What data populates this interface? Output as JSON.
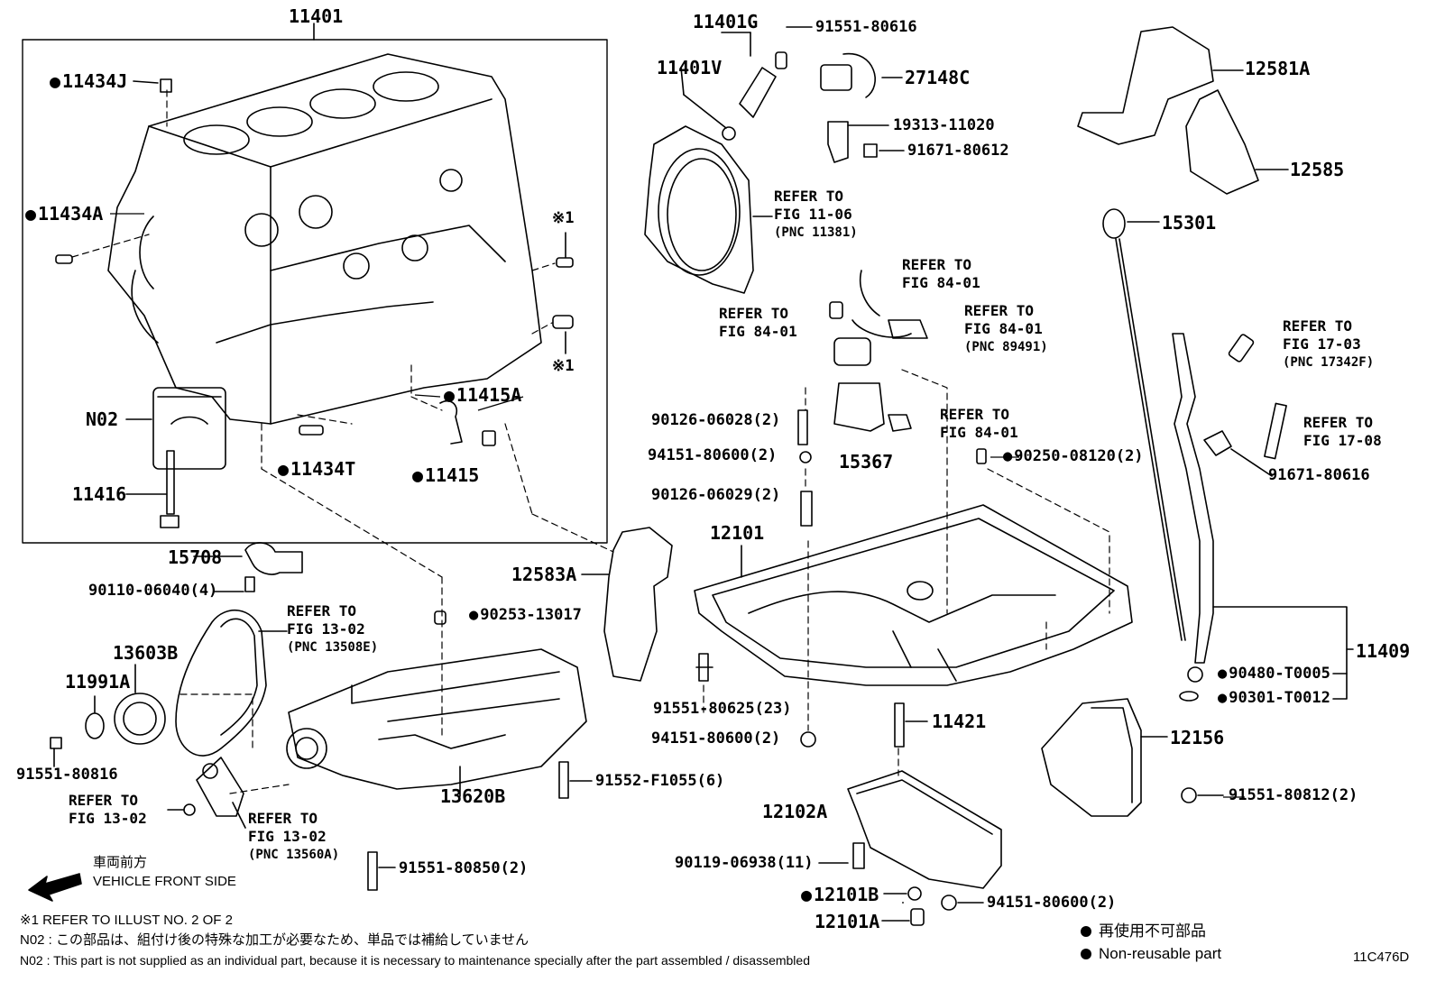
{
  "parts": {
    "p11401": "11401",
    "p11434J": "11434J",
    "p11434A": "11434A",
    "n02": "N02",
    "p11416": "11416",
    "p11434T": "11434T",
    "p11415A": "11415A",
    "p11415": "11415",
    "mark1a": "※1",
    "mark1b": "※1",
    "p11401G": "11401G",
    "p11401V": "11401V",
    "p91551_80616": "91551-80616",
    "p27148C": "27148C",
    "p19313_11020": "19313-11020",
    "p91671_80612": "91671-80612",
    "p12581A": "12581A",
    "p12585": "12585",
    "p15301": "15301",
    "p90126_06028": "90126-06028(2)",
    "p94151_80600a": "94151-80600(2)",
    "p15367": "15367",
    "p90250_08120": "90250-08120(2)",
    "p91671_80616": "91671-80616",
    "p90126_06029": "90126-06029(2)",
    "p12101": "12101",
    "p12583A": "12583A",
    "p15708": "15708",
    "p90110_06040": "90110-06040(4)",
    "p90253_13017": "90253-13017",
    "p13603B": "13603B",
    "p11991A": "11991A",
    "p91551_80816": "91551-80816",
    "p13620B": "13620B",
    "p91552_F1055": "91552-F1055(6)",
    "p91551_80850": "91551-80850(2)",
    "p91551_80625": "91551-80625(23)",
    "p94151_80600b": "94151-80600(2)",
    "p11421": "11421",
    "p12102A": "12102A",
    "p90119_06938": "90119-06938(11)",
    "p12101B": "12101B",
    "p12101A": "12101A",
    "p94151_80600c": "94151-80600(2)",
    "p12156": "12156",
    "p91551_80812": "91551-80812(2)",
    "p11409": "11409",
    "p90480_T0005": "90480-T0005",
    "p90301_T0012": "90301-T0012"
  },
  "refs": {
    "r1": {
      "l1": "REFER TO",
      "l2": "FIG 11-06",
      "l3": "(PNC 11381)"
    },
    "r2": {
      "l1": "REFER TO",
      "l2": "FIG 84-01"
    },
    "r3": {
      "l1": "REFER TO",
      "l2": "FIG 84-01"
    },
    "r4": {
      "l1": "REFER TO",
      "l2": "FIG 84-01",
      "l3": "(PNC 89491)"
    },
    "r5": {
      "l1": "REFER TO",
      "l2": "FIG 84-01"
    },
    "r6": {
      "l1": "REFER TO",
      "l2": "FIG 17-03",
      "l3": "(PNC 17342F)"
    },
    "r7": {
      "l1": "REFER TO",
      "l2": "FIG 17-08"
    },
    "r8": {
      "l1": "REFER TO",
      "l2": "FIG 13-02",
      "l3": "(PNC 13508E)"
    },
    "r9": {
      "l1": "REFER TO",
      "l2": "FIG 13-02"
    },
    "r10": {
      "l1": "REFER TO",
      "l2": "FIG 13-02",
      "l3": "(PNC 13560A)"
    }
  },
  "front": {
    "jp": "車両前方",
    "en": "VEHICLE FRONT SIDE"
  },
  "notes": {
    "n1": "※1  REFER TO ILLUST NO. 2 OF 2",
    "n2": "N02 : この部品は、組付け後の特殊な加工が必要なため、単品では補給していません",
    "n3": "N02 : This part is not supplied as an individual part, because it is necessary to maintenance specially after the part assembled / disassembled"
  },
  "legend": {
    "jp": "再使用不可部品",
    "en": "Non-reusable part"
  },
  "diagram_code": "11C476D"
}
